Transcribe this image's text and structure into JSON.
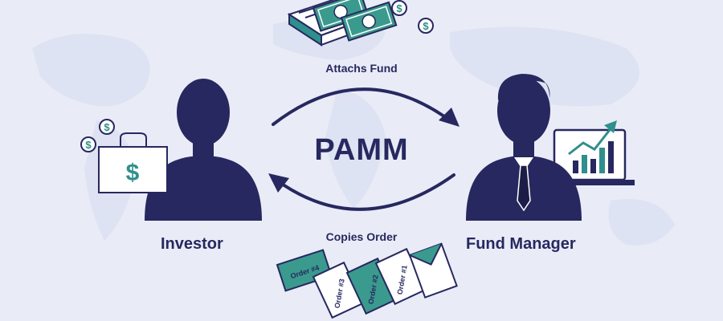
{
  "diagram": {
    "title": "PAMM",
    "investor_label": "Investor",
    "manager_label": "Fund Manager",
    "top_flow_label": "Attachs Fund",
    "bottom_flow_label": "Copies Order",
    "order_cards": [
      "Order #4",
      "Order #3",
      "Order #2",
      "Order #1"
    ],
    "currency_symbol": "$"
  },
  "colors": {
    "background": "#e9ecf7",
    "primary": "#27285f",
    "accent": "#2f8f8c",
    "money": "#3a9a8e",
    "paper": "#ffffff"
  }
}
